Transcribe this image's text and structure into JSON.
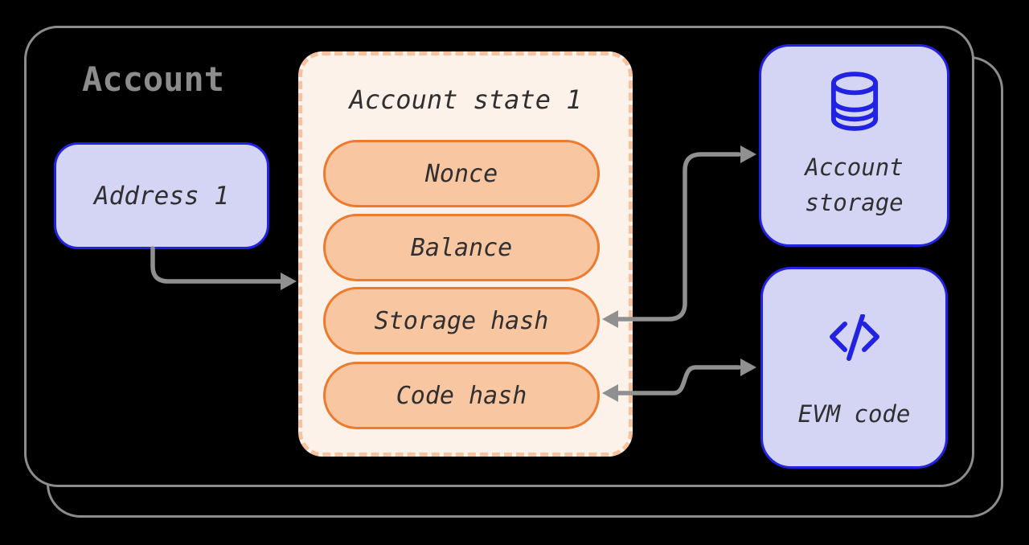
{
  "colors": {
    "bg": "#000000",
    "frame-gray": "#8c8c8c",
    "title-gray": "#8c8c8c",
    "arrow-gray": "#909090",
    "lavender": "#d4d4f5",
    "accent-blue": "#2222e2",
    "panel-fill": "#fdf2ea",
    "panel-dash": "#f7c29d",
    "pill-fill": "#f9c6a2",
    "pill-border": "#ee7a2d",
    "text-dark": "#303030"
  },
  "frame": {
    "title": "Account"
  },
  "address_box": {
    "label": "Address 1"
  },
  "state_panel": {
    "title": "Account state 1",
    "fields": [
      "Nonce",
      "Balance",
      "Storage hash",
      "Code hash"
    ]
  },
  "storage_box": {
    "icon": "database-icon",
    "lines": [
      "Account",
      "storage"
    ]
  },
  "evm_box": {
    "icon": "code-icon",
    "label": "EVM code"
  }
}
